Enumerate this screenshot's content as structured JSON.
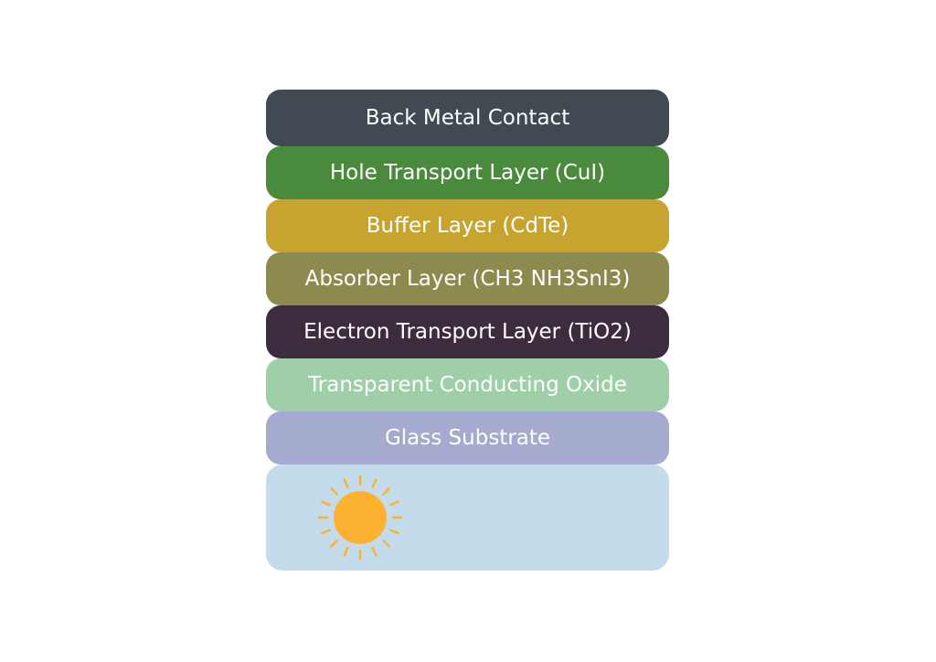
{
  "layers": [
    {
      "label": "Back Metal Contact",
      "color": "#414a52"
    },
    {
      "label": "Hole Transport Layer (CuI)",
      "color": "#4a8a3d"
    },
    {
      "label": "Buffer Layer (CdTe)",
      "color": "#c7a330"
    },
    {
      "label": "Absorber Layer (CH3 NH3SnI3)",
      "color": "#8c8a4e"
    },
    {
      "label": "Electron Transport Layer (TiO2)",
      "color": "#3d2b3e"
    },
    {
      "label": "Transparent Conducting Oxide",
      "color": "#9fcfa8"
    },
    {
      "label": "Glass Substrate",
      "color": "#a5aacf"
    }
  ],
  "light": {
    "panel_color": "#c3dbea",
    "sun_color": "#fcb131",
    "icon": "sun-icon"
  }
}
